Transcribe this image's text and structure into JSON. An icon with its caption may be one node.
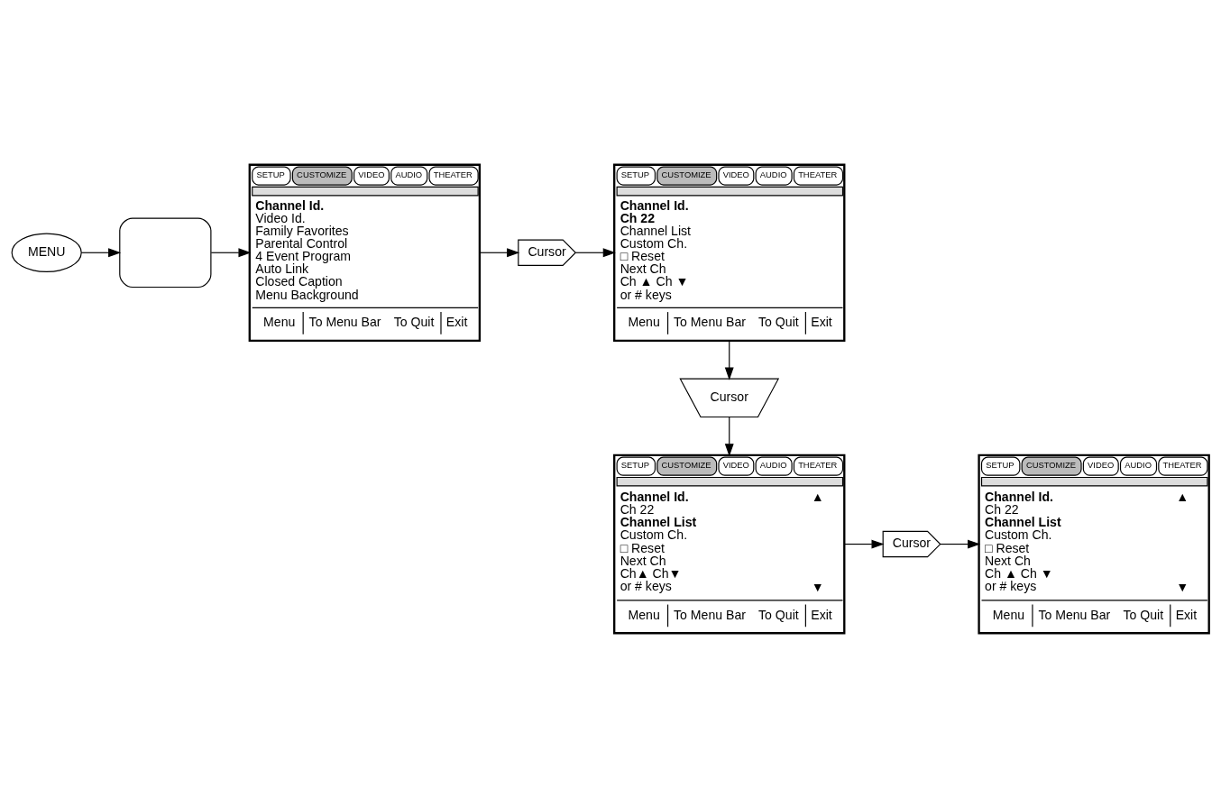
{
  "diagram": {
    "nodes": [
      {
        "text": [
          "MENU"
        ]
      },
      {
        "text": [],
        "shape": "button"
      },
      {
        "text": [
          "SETUP",
          "CUSTOMIZE",
          "VIDEO",
          "AUDIO",
          "THEATER",
          "Channel Id.",
          "Video Id.",
          "Family Favorites",
          "Parental Control",
          "4 Event Program",
          "Auto Link",
          "Closed Caption",
          "Menu Background",
          "Menu",
          "To Menu Bar",
          "To Quit",
          "Exit"
        ]
      },
      {
        "text": [
          "Cursor"
        ]
      },
      {
        "text": [
          "SETUP",
          "CUSTOMIZE",
          "VIDEO",
          "AUDIO",
          "THEATER",
          "Channel Id.",
          "Ch 22",
          "Channel List",
          "Custom Ch.",
          "□ Reset",
          "Next Ch",
          "Ch ▲ Ch ▼",
          "or # keys",
          "Menu",
          "To Menu Bar",
          "To Quit",
          "Exit"
        ]
      },
      {
        "text": [
          "Cursor"
        ]
      },
      {
        "text": [
          "SETUP",
          "CUSTOMIZE",
          "VIDEO",
          "AUDIO",
          "THEATER",
          "Channel Id.",
          "Ch 22",
          "Channel List",
          "Custom Ch.",
          "□ Reset",
          "Next Ch",
          "Ch▲ Ch▼",
          "or # keys",
          "▲",
          "▼",
          "Menu",
          "To Menu Bar",
          "To Quit",
          "Exit"
        ]
      },
      {
        "text": [
          "Cursor"
        ]
      },
      {
        "text": [
          "SETUP",
          "CUSTOMIZE",
          "VIDEO",
          "AUDIO",
          "THEATER",
          "Channel Id.",
          "Ch 22",
          "Channel List",
          "Custom Ch.",
          "□ Reset",
          "Next Ch",
          "Ch ▲ Ch ▼",
          "or # keys",
          "▲",
          "▼",
          "Menu",
          "To Menu Bar",
          "To Quit",
          "Exit"
        ]
      }
    ],
    "edges": [
      {
        "from": 0,
        "to": 1,
        "arrow": "to"
      },
      {
        "from": 1,
        "to": 2,
        "arrow": "to"
      },
      {
        "from": 2,
        "to": 3,
        "arrow": "to"
      },
      {
        "from": 3,
        "to": 4,
        "arrow": "to"
      },
      {
        "from": 4,
        "to": 5,
        "arrow": "to"
      },
      {
        "from": 5,
        "to": 6,
        "arrow": "to"
      },
      {
        "from": 6,
        "to": 7,
        "arrow": "to"
      },
      {
        "from": 7,
        "to": 8,
        "arrow": "to"
      }
    ]
  }
}
